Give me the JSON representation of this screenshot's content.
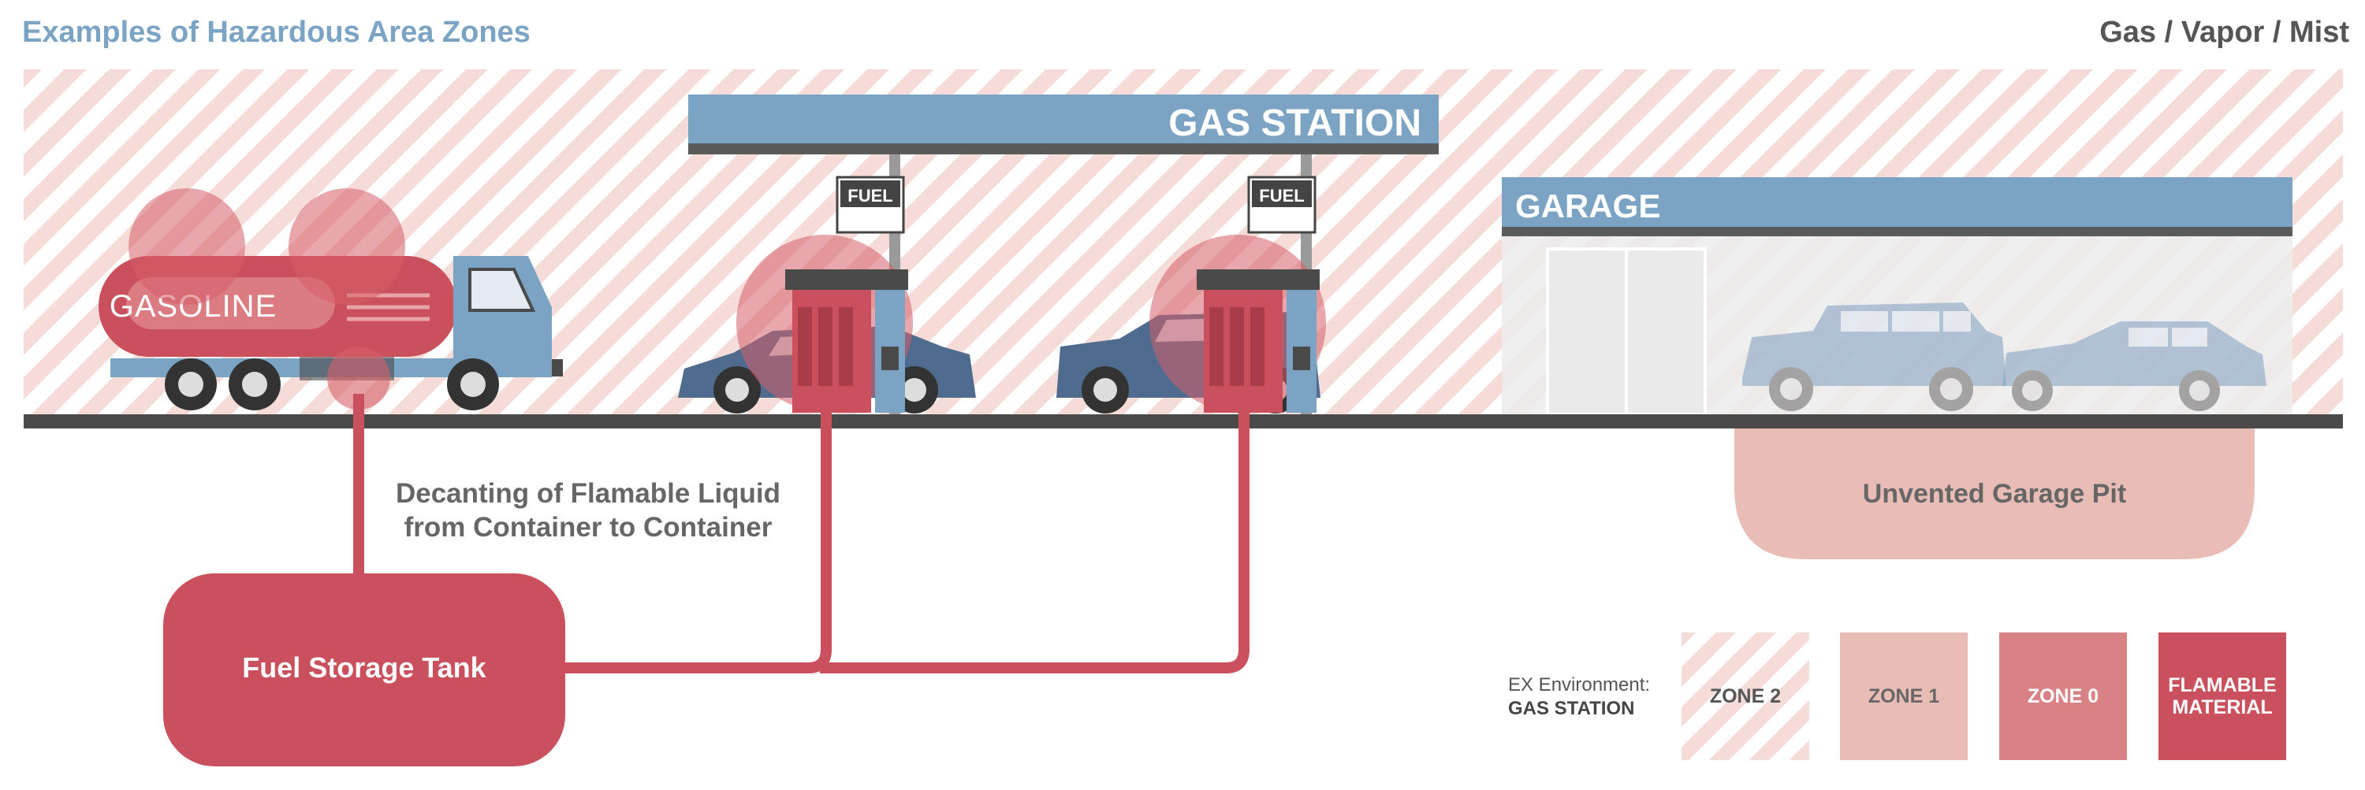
{
  "header": {
    "title": "Examples of Hazardous Area Zones",
    "subtitle": "Gas / Vapor / Mist"
  },
  "scene": {
    "gas_station_sign": "GAS STATION",
    "garage_sign": "GARAGE",
    "fuel_sign": "FUEL",
    "tanker_label": "GASOLINE",
    "decanting_line1": "Decanting of Flamable Liquid",
    "decanting_line2": "from Container to Container",
    "pit_label": "Unvented Garage Pit",
    "storage_tank_label": "Fuel Storage Tank"
  },
  "legend": {
    "env_prefix": "EX Environment:",
    "env_name": "GAS STATION",
    "zone2": "ZONE 2",
    "zone1": "ZONE 1",
    "zone0": "ZONE 0",
    "flamable_line1": "FLAMABLE",
    "flamable_line2": "MATERIAL"
  },
  "colors": {
    "title_blue": "#7ba3c4",
    "zone2_hatch": "#f5dcd8",
    "zone1": "#e9bcb6",
    "zone0": "#d98286",
    "flamable": "#c9505c",
    "ground": "#4a4a4a",
    "canopy_blue": "#7ba3c4"
  }
}
